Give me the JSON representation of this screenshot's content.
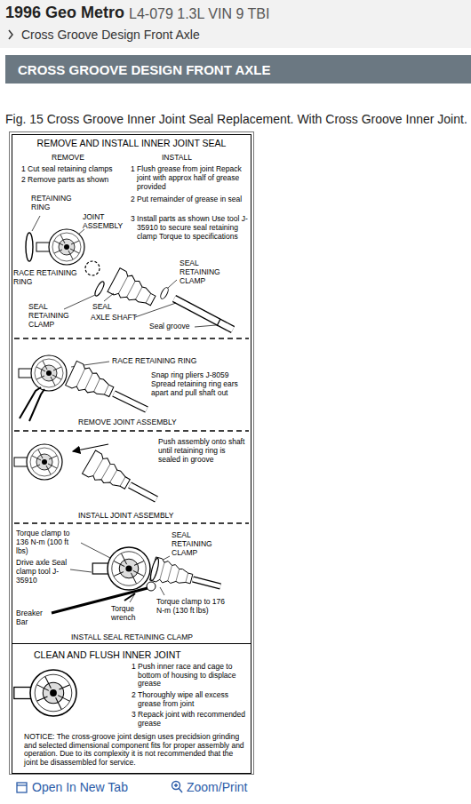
{
  "diagram": {
    "title": "1996 Geo Metro",
    "caption": "Fig. 15 Cross Groove Inner Joint Seal Replacement. With Cross Groove Inner Joint.",
    "nodes": [
      {
        "text": [
          "CROSS GROOVE DESIGN FRONT AXLE"
        ]
      },
      {
        "text": [
          "REMOVE AND INSTALL INNER JOINT SEAL"
        ]
      },
      {
        "text": [
          "CLEAN AND FLUSH INNER JOINT",
          "1 Push inner race and cage to bottom of housing to displace grease",
          "2 Thoroughly wipe all excess grease from joint",
          "3 Repack joint with recommended grease",
          "NOTICE: The cross-groove joint design uses precidsion grinding and selected dimensional component fits for proper assembly and operation. Due to its complexity it is not recommended that the joint be disassembled for service."
        ],
        "in": 1
      }
    ],
    "labels": [
      "L4-079 1.3L VIN 9 TBI",
      "Cross Groove Design Front Axle",
      "REMOVE",
      "INSTALL",
      "1 Cut seal retaining clamps",
      "2 Remove parts as shown",
      "1 Flush grease from joint Repack joint with approx half of grease provided",
      "2 Put remainder of grease in seal",
      "3 Install parts as shown Use tool J-35910 to secure seal retaining clamp Torque to specifications",
      "RETAINING RING",
      "JOINT ASSEMBLY",
      "SEAL RETAINING CLAMP",
      "RACE RETAINING RING",
      "SEAL RETAINING CLAMP",
      "SEAL",
      "AXLE SHAFT",
      "Seal groove",
      "RACE RETAINING RING",
      "Snap ring pliers J-8059 Spread retaining ring ears apart and pull shaft out",
      "REMOVE JOINT ASSEMBLY",
      "Push assembly onto shaft until retaining ring is sealed in groove",
      "INSTALL JOINT ASSEMBLY",
      "Torque clamp to 136 N-m (100 ft lbs)",
      "SEAL RETAINING CLAMP",
      "Drive axle Seal clamp tool J-35910",
      "Breaker Bar",
      "Torque wrench",
      "Torque clamp to 176 N-m (130 ft lbs)",
      "INSTALL SEAL RETAINING CLAMP",
      "Open In New Tab",
      "Zoom/Print"
    ]
  }
}
